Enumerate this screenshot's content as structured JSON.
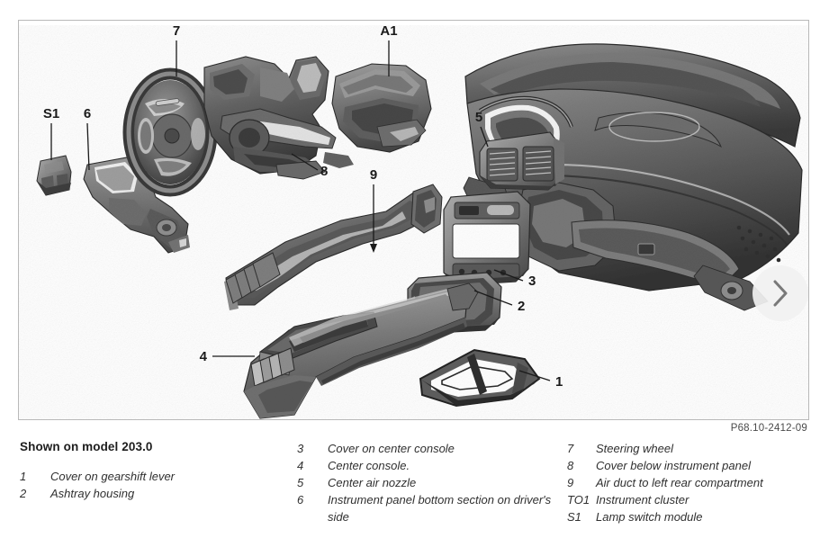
{
  "viewer": {
    "next_button_label": "Next image",
    "next_icon": "chevron-right-icon"
  },
  "figure": {
    "code": "P68.10-2412-09",
    "callouts": [
      {
        "id": "S1",
        "label": "S1"
      },
      {
        "id": "6",
        "label": "6"
      },
      {
        "id": "7",
        "label": "7"
      },
      {
        "id": "A1",
        "label": "A1"
      },
      {
        "id": "5",
        "label": "5"
      },
      {
        "id": "8",
        "label": "8"
      },
      {
        "id": "9",
        "label": "9"
      },
      {
        "id": "3",
        "label": "3"
      },
      {
        "id": "2",
        "label": "2"
      },
      {
        "id": "4",
        "label": "4"
      },
      {
        "id": "1",
        "label": "1"
      }
    ]
  },
  "legend": {
    "heading": "Shown on model 203.0",
    "column1": [
      {
        "key": "1",
        "text": "Cover on gearshift lever"
      },
      {
        "key": "2",
        "text": "Ashtray housing"
      }
    ],
    "column2": [
      {
        "key": "3",
        "text": "Cover on center console"
      },
      {
        "key": "4",
        "text": "Center console."
      },
      {
        "key": "5",
        "text": "Center air nozzle"
      },
      {
        "key": "6",
        "text": "Instrument panel bottom section on driver's side"
      }
    ],
    "column3": [
      {
        "key": "7",
        "text": "Steering wheel"
      },
      {
        "key": "8",
        "text": "Cover below instrument panel"
      },
      {
        "key": "9",
        "text": "Air duct to left rear compartment"
      },
      {
        "key": "TO1",
        "text": "Instrument cluster"
      },
      {
        "key": "S1",
        "text": "Lamp switch module"
      }
    ]
  },
  "colors": {
    "frame_border": "#b9b9b9",
    "ink": "#1a1a1a",
    "part_light": "#b9b9b9",
    "part_mid": "#8b8b8b",
    "part_dark": "#5a5a5a",
    "part_darker": "#3c3c3c",
    "arrow_bg": "#f1f1f1"
  }
}
